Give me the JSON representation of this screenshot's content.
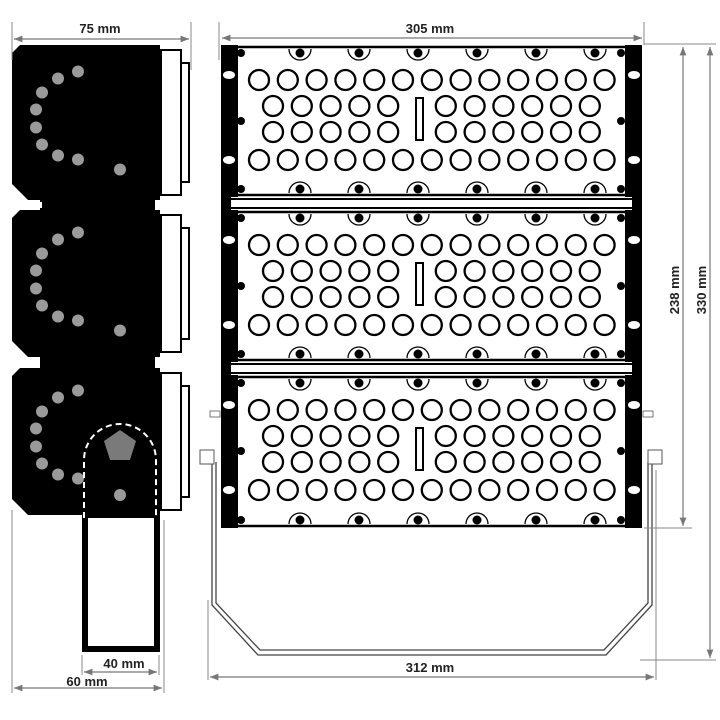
{
  "dimensions": {
    "side_depth": "75 mm",
    "bracket_inner": "40 mm",
    "bracket_outer": "60 mm",
    "front_width": "305 mm",
    "bracket_width": "312 mm",
    "body_height": "238 mm",
    "total_height": "330 mm"
  },
  "colors": {
    "body": "#000000",
    "led_dot": "#9a9a9a",
    "pivot": "#7a7a7a",
    "dimension_line": "#777777"
  },
  "modules": 3
}
